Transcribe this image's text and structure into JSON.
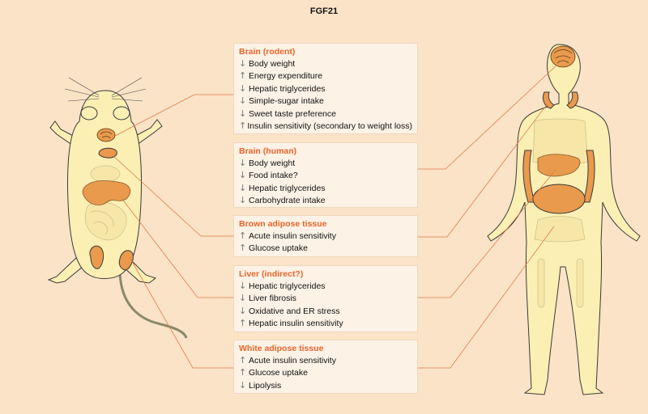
{
  "title": "FGF21",
  "icons": {
    "up": "↑",
    "down": "↓"
  },
  "colors": {
    "background": "#fbe3c7",
    "body_fill": "#fcefb4",
    "organ_fill": "#e99a4c",
    "heading": "#e8642a",
    "connector": "#e07a4a"
  },
  "boxes": [
    {
      "title": "Brain (rodent)",
      "effects": [
        {
          "dir": "down",
          "text": "Body weight"
        },
        {
          "dir": "up",
          "text": "Energy expenditure"
        },
        {
          "dir": "down",
          "text": "Hepatic triglycerides"
        },
        {
          "dir": "down",
          "text": "Simple-sugar intake"
        },
        {
          "dir": "down",
          "text": "Sweet taste preference"
        },
        {
          "dir": "up",
          "text": "Insulin sensitivity (secondary to weight loss)"
        }
      ]
    },
    {
      "title": "Brain (human)",
      "effects": [
        {
          "dir": "down",
          "text": "Body weight"
        },
        {
          "dir": "down",
          "text": "Food intake?"
        },
        {
          "dir": "down",
          "text": "Hepatic triglycerides"
        },
        {
          "dir": "down",
          "text": "Carbohydrate intake"
        }
      ]
    },
    {
      "title": "Brown adipose tissue",
      "effects": [
        {
          "dir": "up",
          "text": "Acute insulin sensitivity"
        },
        {
          "dir": "up",
          "text": "Glucose uptake"
        }
      ]
    },
    {
      "title": "Liver (indirect?)",
      "effects": [
        {
          "dir": "down",
          "text": "Hepatic triglycerides"
        },
        {
          "dir": "down",
          "text": "Liver fibrosis"
        },
        {
          "dir": "down",
          "text": "Oxidative and ER stress"
        },
        {
          "dir": "up",
          "text": "Hepatic insulin sensitivity"
        }
      ]
    },
    {
      "title": "White adipose tissue",
      "effects": [
        {
          "dir": "up",
          "text": "Acute insulin sensitivity"
        },
        {
          "dir": "up",
          "text": "Glucose uptake"
        },
        {
          "dir": "down",
          "text": "Lipolysis"
        }
      ]
    }
  ]
}
